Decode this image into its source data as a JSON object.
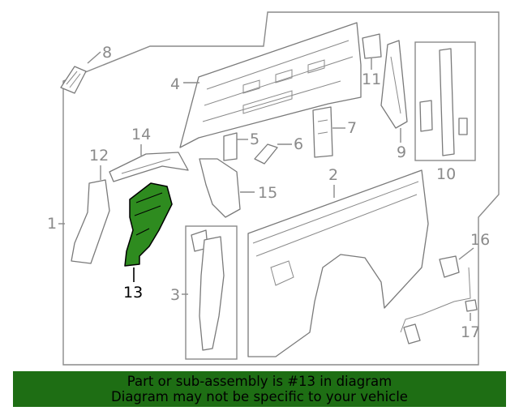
{
  "diagram": {
    "callouts": [
      "1",
      "2",
      "3",
      "4",
      "5",
      "6",
      "7",
      "8",
      "9",
      "10",
      "11",
      "12",
      "13",
      "14",
      "15",
      "16",
      "17"
    ],
    "highlighted_part": "13",
    "highlight_color": "#2e8b1f"
  },
  "banner": {
    "line1": "Part or sub-assembly is #13 in diagram",
    "line2": "Diagram may not be specific to your vehicle",
    "background": "#1e6e14"
  }
}
